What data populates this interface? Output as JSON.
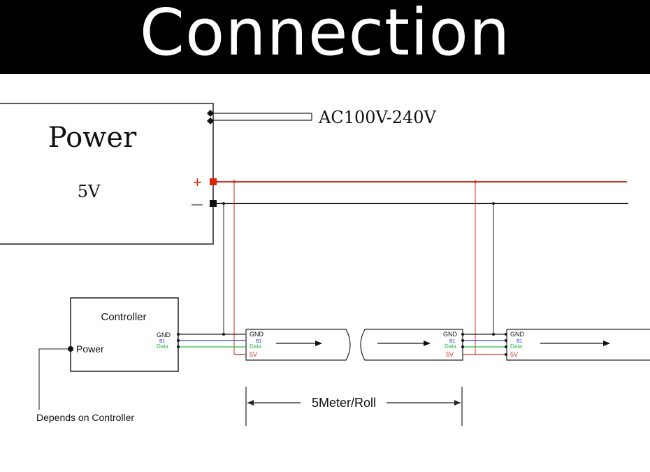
{
  "title": "Connection",
  "power_supply": {
    "label": "Power",
    "voltage": "5V",
    "input_label": "AC100V-240V",
    "plus": "+",
    "minus": "—"
  },
  "controller": {
    "label": "Controller",
    "power_label": "Power",
    "pins": [
      "GND",
      "B1",
      "Data"
    ]
  },
  "strip_pins": [
    "GND",
    "B1",
    "Data",
    "5V"
  ],
  "note": "Depends on Controller",
  "length_label": "5Meter/Roll",
  "colors": {
    "positive": "#cc3322",
    "negative": "#222222",
    "data_blue": "#3344cc",
    "data_green": "#22bb44",
    "plus_red": "#dd2200"
  }
}
